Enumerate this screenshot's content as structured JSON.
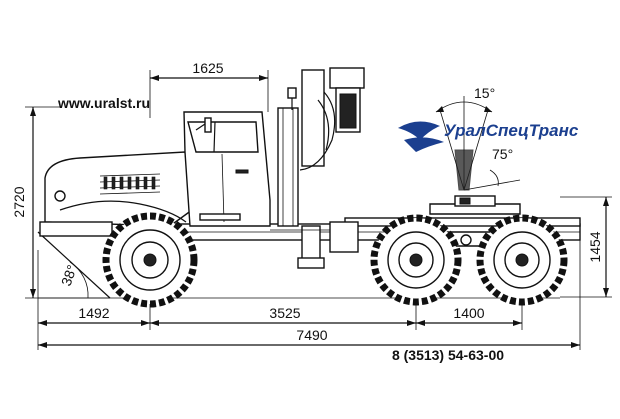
{
  "website": "www.uralst.ru",
  "logo": {
    "brand_text": "УралСпецТранс"
  },
  "dimensions": {
    "height_total": "2720",
    "front_to_crane": "1625",
    "angle_top": "15°",
    "angle_side": "75°",
    "fifth_wheel_height": "1454",
    "approach_angle": "38°",
    "front_overhang": "1492",
    "wheelbase": "3525",
    "rear_axle_spacing": "1400",
    "overall_length": "7490"
  },
  "contact_phone": "8 (3513) 54-63-00",
  "colors": {
    "line": "#111111",
    "logo_blue": "#1b3f8f"
  }
}
